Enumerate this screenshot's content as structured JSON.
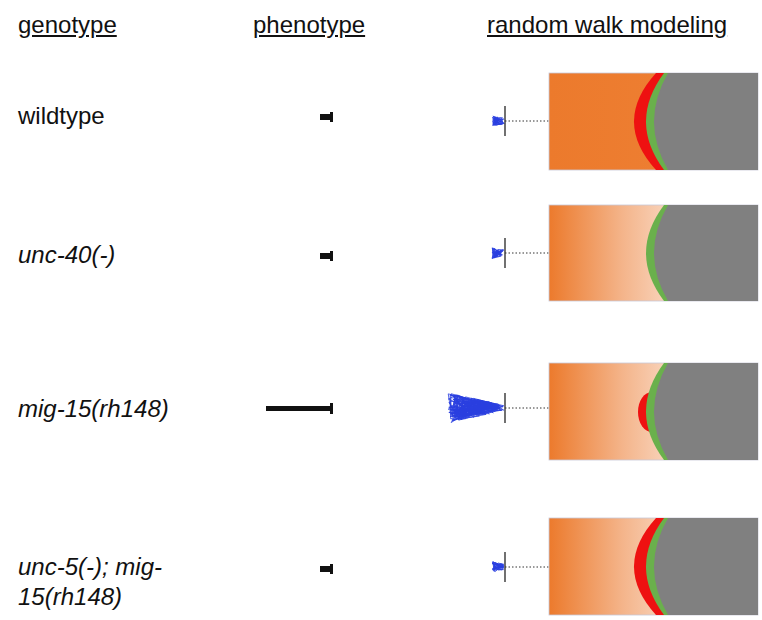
{
  "diagram": {
    "labels": [
      "genotype",
      "phenotype",
      "random walk modeling",
      "wildtype",
      "unc-40(-)",
      "mig-15(rh148)",
      "unc-5(-); mig-15(rh148)"
    ]
  }
}
